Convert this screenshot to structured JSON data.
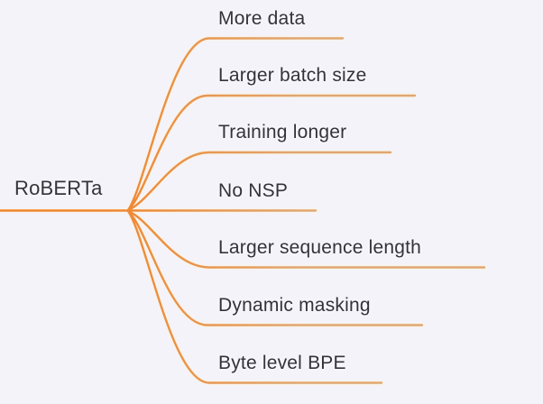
{
  "diagram": {
    "type": "mindmap",
    "root": {
      "label": "RoBERTa"
    },
    "branches": [
      {
        "label": "More data"
      },
      {
        "label": "Larger batch size"
      },
      {
        "label": "Training longer"
      },
      {
        "label": "No NSP"
      },
      {
        "label": "Larger sequence length"
      },
      {
        "label": "Dynamic masking"
      },
      {
        "label": "Byte level BPE"
      }
    ],
    "colors": {
      "background": "#F4F3FA",
      "text": "#33333A",
      "line_hub": "#F0862F",
      "line_tail": "#E0A771",
      "line_glow": "#FAF3E6"
    }
  }
}
